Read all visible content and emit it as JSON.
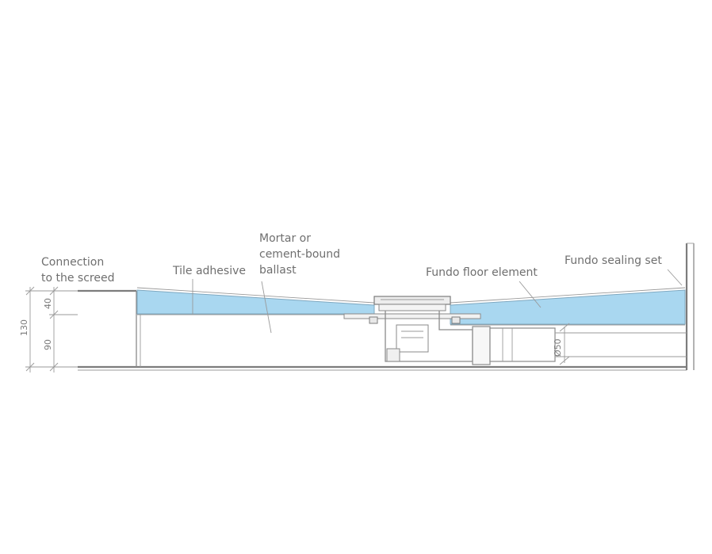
{
  "labels": {
    "connection_line1": "Connection",
    "connection_line2": "to the screed",
    "tile_adhesive": "Tile adhesive",
    "mortar_line1": "Mortar or",
    "mortar_line2": "cement-bound",
    "mortar_line3": "ballast",
    "fundo_floor_element": "Fundo floor element",
    "fundo_sealing_set": "Fundo sealing set"
  },
  "dimensions": {
    "total": "130",
    "upper": "40",
    "lower": "90",
    "pipe": "Ø50"
  },
  "colors": {
    "floor_element": "#a9d7f0",
    "lines": "#8a8a8a",
    "text": "#6f6f6f"
  }
}
